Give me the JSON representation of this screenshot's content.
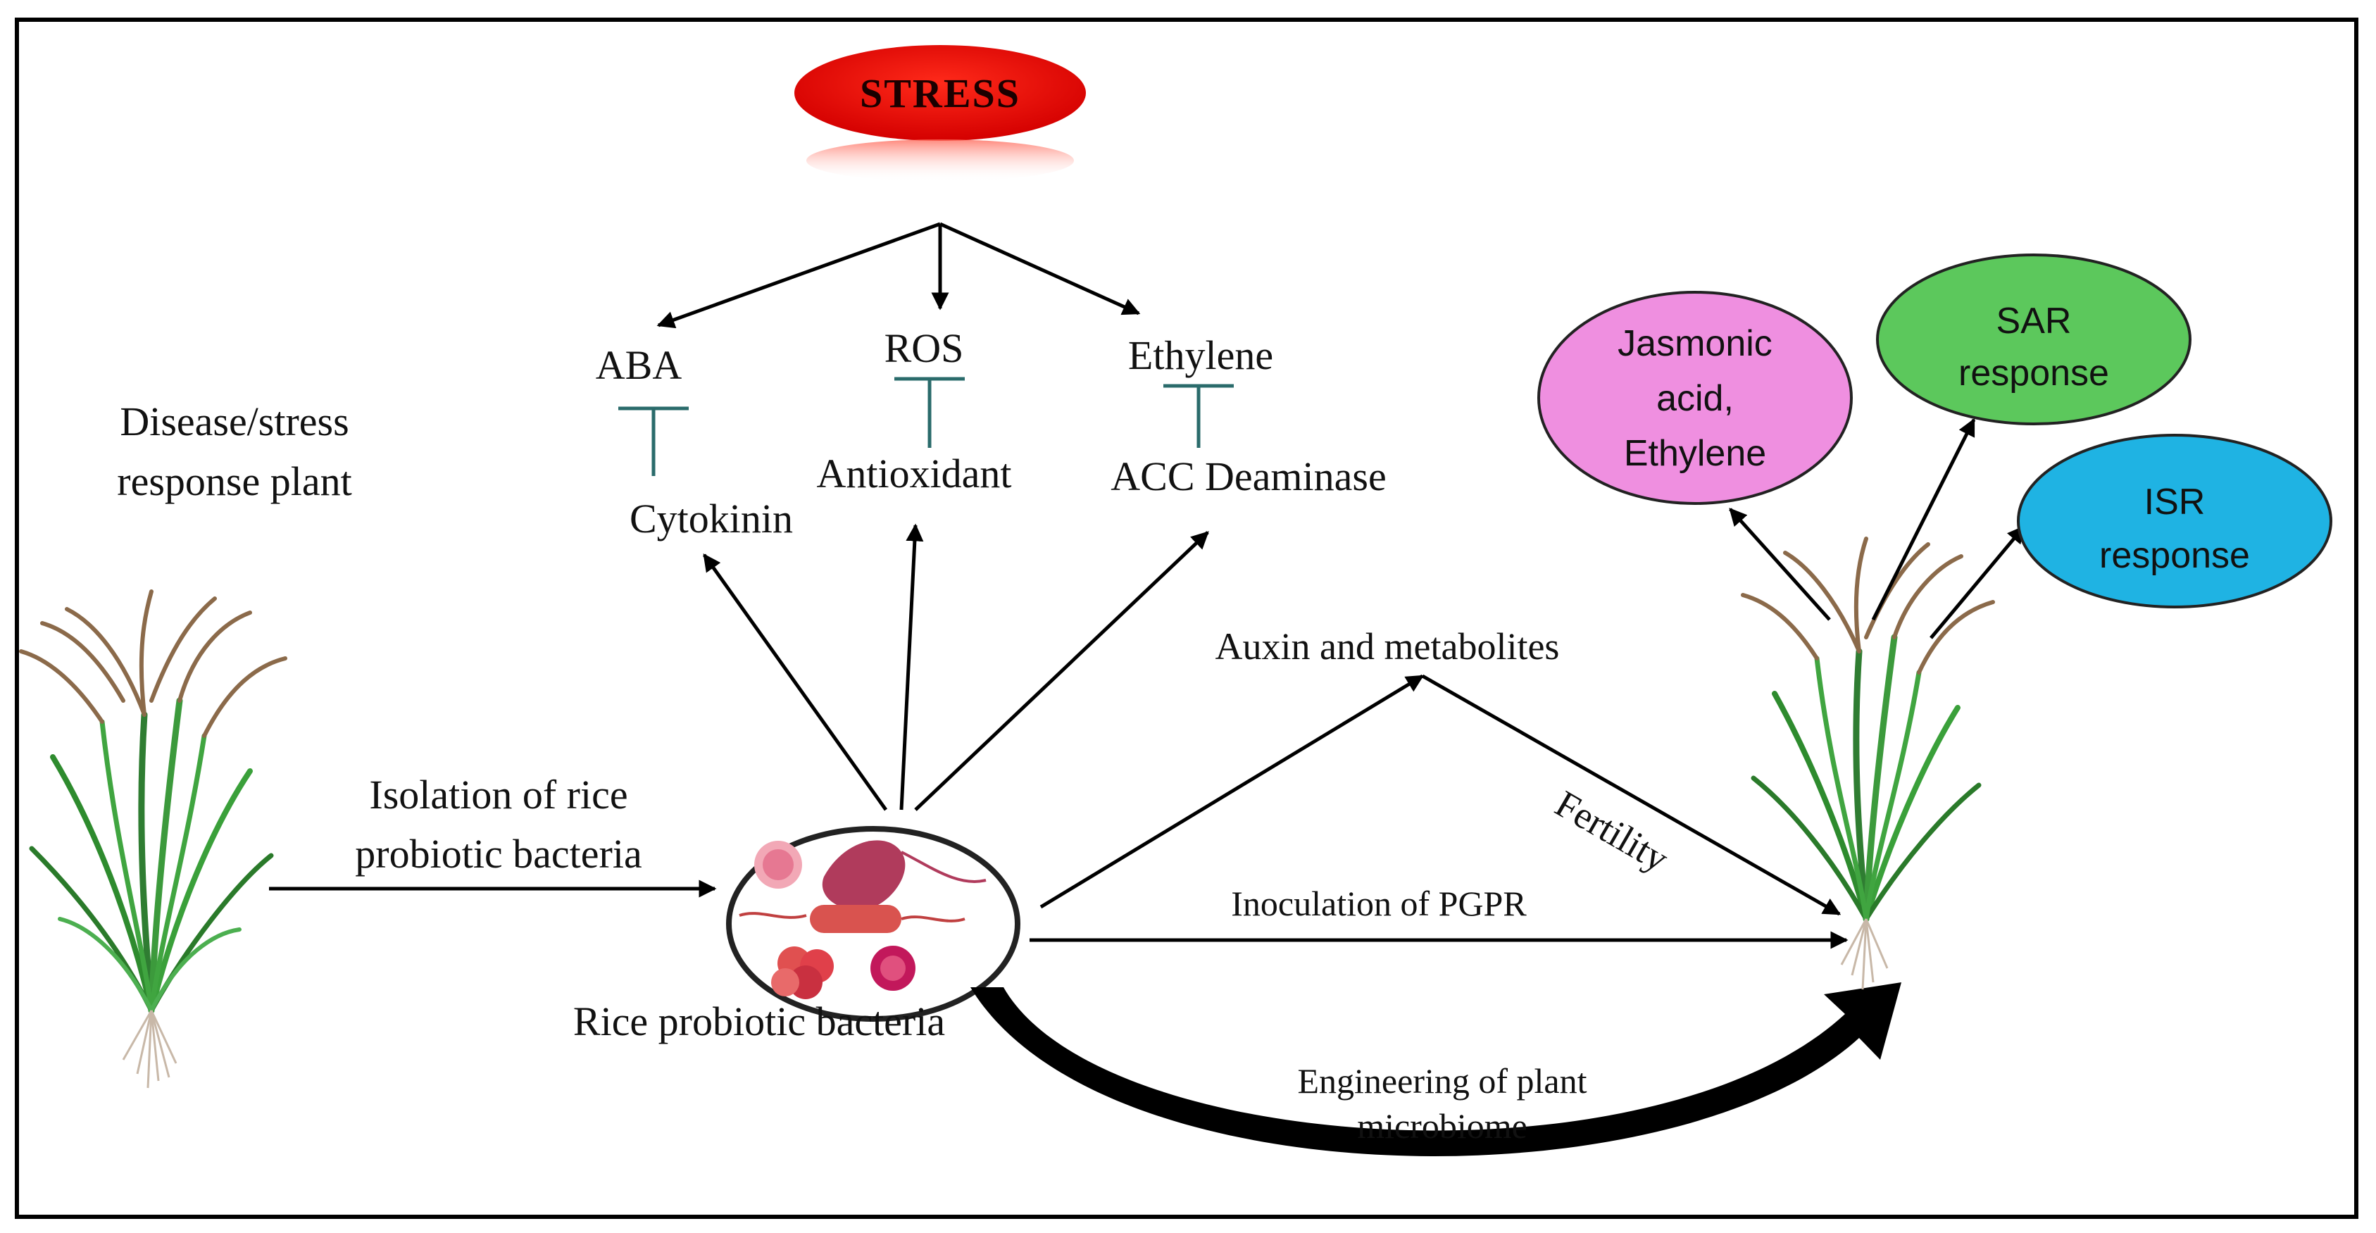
{
  "stress": {
    "label": "STRESS",
    "color": "#e00000"
  },
  "hormones": {
    "aba": "ABA",
    "ros": "ROS",
    "ethylene": "Ethylene",
    "cytokinin": "Cytokinin",
    "antioxidant": "Antioxidant",
    "acc_deaminase": "ACC Deaminase"
  },
  "left_plant": {
    "line1": "Disease/stress",
    "line2": "response plant"
  },
  "isolation": {
    "line1": "Isolation of rice",
    "line2": "probiotic bacteria"
  },
  "bacteria_label": "Rice probiotic bacteria",
  "auxin": "Auxin and metabolites",
  "fertility": "Fertility",
  "inoculation": "Inoculation of PGPR",
  "engineering": {
    "line1": "Engineering of plant",
    "line2": "microbiome"
  },
  "responses": {
    "jasmonic": {
      "line1": "Jasmonic",
      "line2": "acid,",
      "line3": "Ethylene",
      "color": "#ef8fe0"
    },
    "sar": {
      "line1": "SAR",
      "line2": "response",
      "color": "#5cc85c"
    },
    "isr": {
      "line1": "ISR",
      "line2": "response",
      "color": "#1fb3e3"
    }
  },
  "icons": [
    "rice-plant-icon",
    "bacteria-icon"
  ]
}
